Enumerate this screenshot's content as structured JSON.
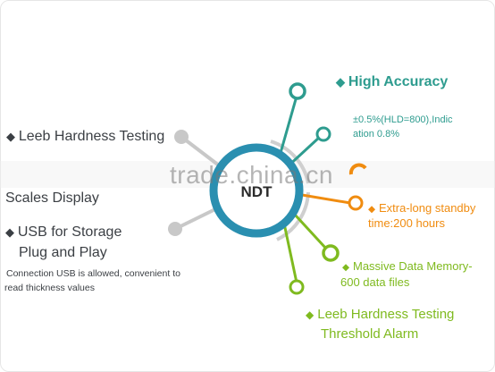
{
  "center_label": "NDT",
  "watermark": "trade.china.cn",
  "left": {
    "leeb": "Leeb Hardness Testing",
    "scales": "Scales Display",
    "usb_line1": "USB for Storage",
    "usb_line2": "Plug and Play",
    "usb_desc_line1": "Connection USB is allowed, convenient to",
    "usb_desc_line2": "read thickness values"
  },
  "right": {
    "high_accuracy": "High Accuracy",
    "accuracy_line1": "±0.5%(HLD=800),Indic",
    "accuracy_line2": "ation 0.8%",
    "standby_line1": "Extra-long standby",
    "standby_line2": "time:200 hours",
    "memory_line1": "Massive Data Memory-",
    "memory_line2": "600 data files",
    "alarm_line1": "Leeb Hardness Testing",
    "alarm_line2": "Threshold Alarm"
  },
  "colors": {
    "teal": "#2e9c8f",
    "ring_blue": "#2a8fb0",
    "orange": "#f08c10",
    "lime": "#7fba1f",
    "grey": "#c8c8c8",
    "text_dark": "#3b3f44"
  },
  "icons": {
    "bullet": "diamond-icon"
  }
}
